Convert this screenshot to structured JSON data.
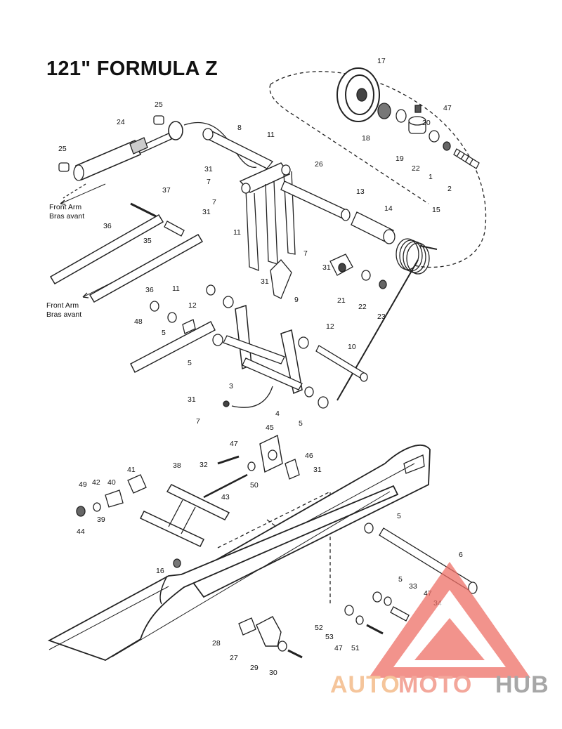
{
  "title": "121\" FORMULA Z",
  "notes": {
    "front_arm_top": [
      "Front Arm",
      "Bras avant"
    ],
    "front_arm_bottom": [
      "Front Arm",
      "Bras avant"
    ]
  },
  "callouts": [
    "17",
    "47",
    "20",
    "18",
    "19",
    "22",
    "1",
    "2",
    "25",
    "24",
    "8",
    "11",
    "25",
    "31",
    "7",
    "26",
    "13",
    "14",
    "15",
    "37",
    "7",
    "31",
    "36",
    "35",
    "11",
    "31",
    "7",
    "31",
    "21",
    "22",
    "23",
    "36",
    "9",
    "11",
    "12",
    "48",
    "5",
    "12",
    "10",
    "5",
    "3",
    "4",
    "5",
    "31",
    "7",
    "45",
    "47",
    "46",
    "31",
    "32",
    "50",
    "38",
    "41",
    "49",
    "42",
    "40",
    "43",
    "39",
    "44",
    "5",
    "6",
    "16",
    "5",
    "33",
    "47",
    "34",
    "52",
    "53",
    "47",
    "51",
    "28",
    "27",
    "29",
    "30"
  ],
  "watermark": {
    "parts": [
      "AUTO",
      "MOTO",
      "HUB"
    ],
    "colors": [
      "#f2b27a",
      "#f08a7a",
      "#8a8a8a"
    ],
    "triangle_color": "#ee6f66"
  }
}
